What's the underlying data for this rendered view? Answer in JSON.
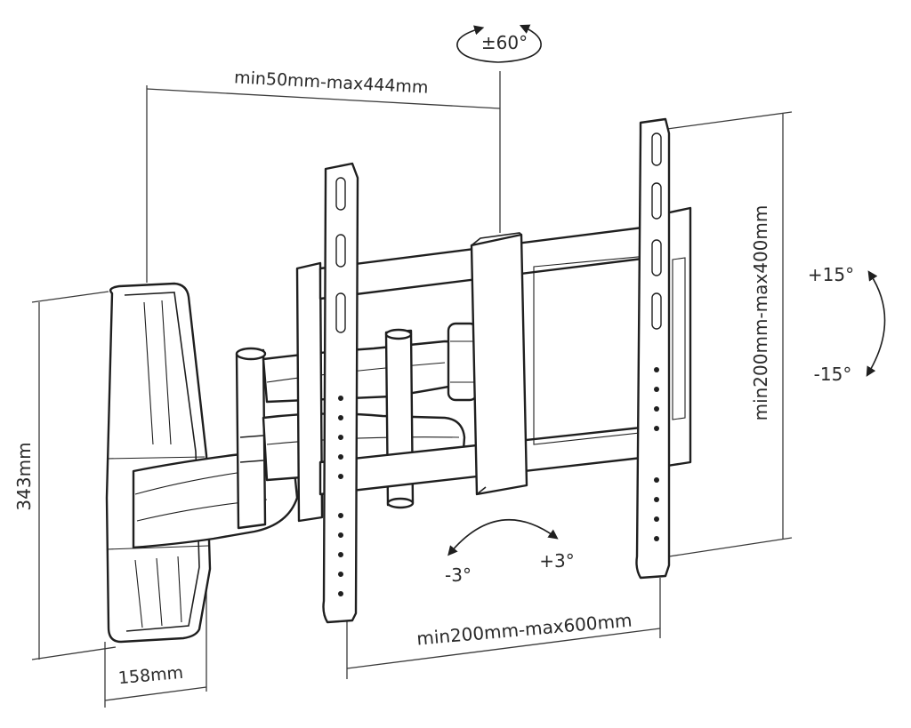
{
  "dimensions": {
    "swivel": "±60°",
    "arm_extension": "min50mm-max444mm",
    "vesa_vertical": "min200mm-max400mm",
    "vesa_horizontal": "min200mm-max600mm",
    "wall_plate_height": "343mm",
    "wall_plate_width": "158mm"
  },
  "tilt": {
    "up": "+15°",
    "down": "-15°"
  },
  "level": {
    "left": "-3°",
    "right": "+3°"
  },
  "colors": {
    "line": "#1f1f1f",
    "dimension_line": "#3a3a3a",
    "text": "#2a2a2a",
    "background": "#ffffff"
  }
}
